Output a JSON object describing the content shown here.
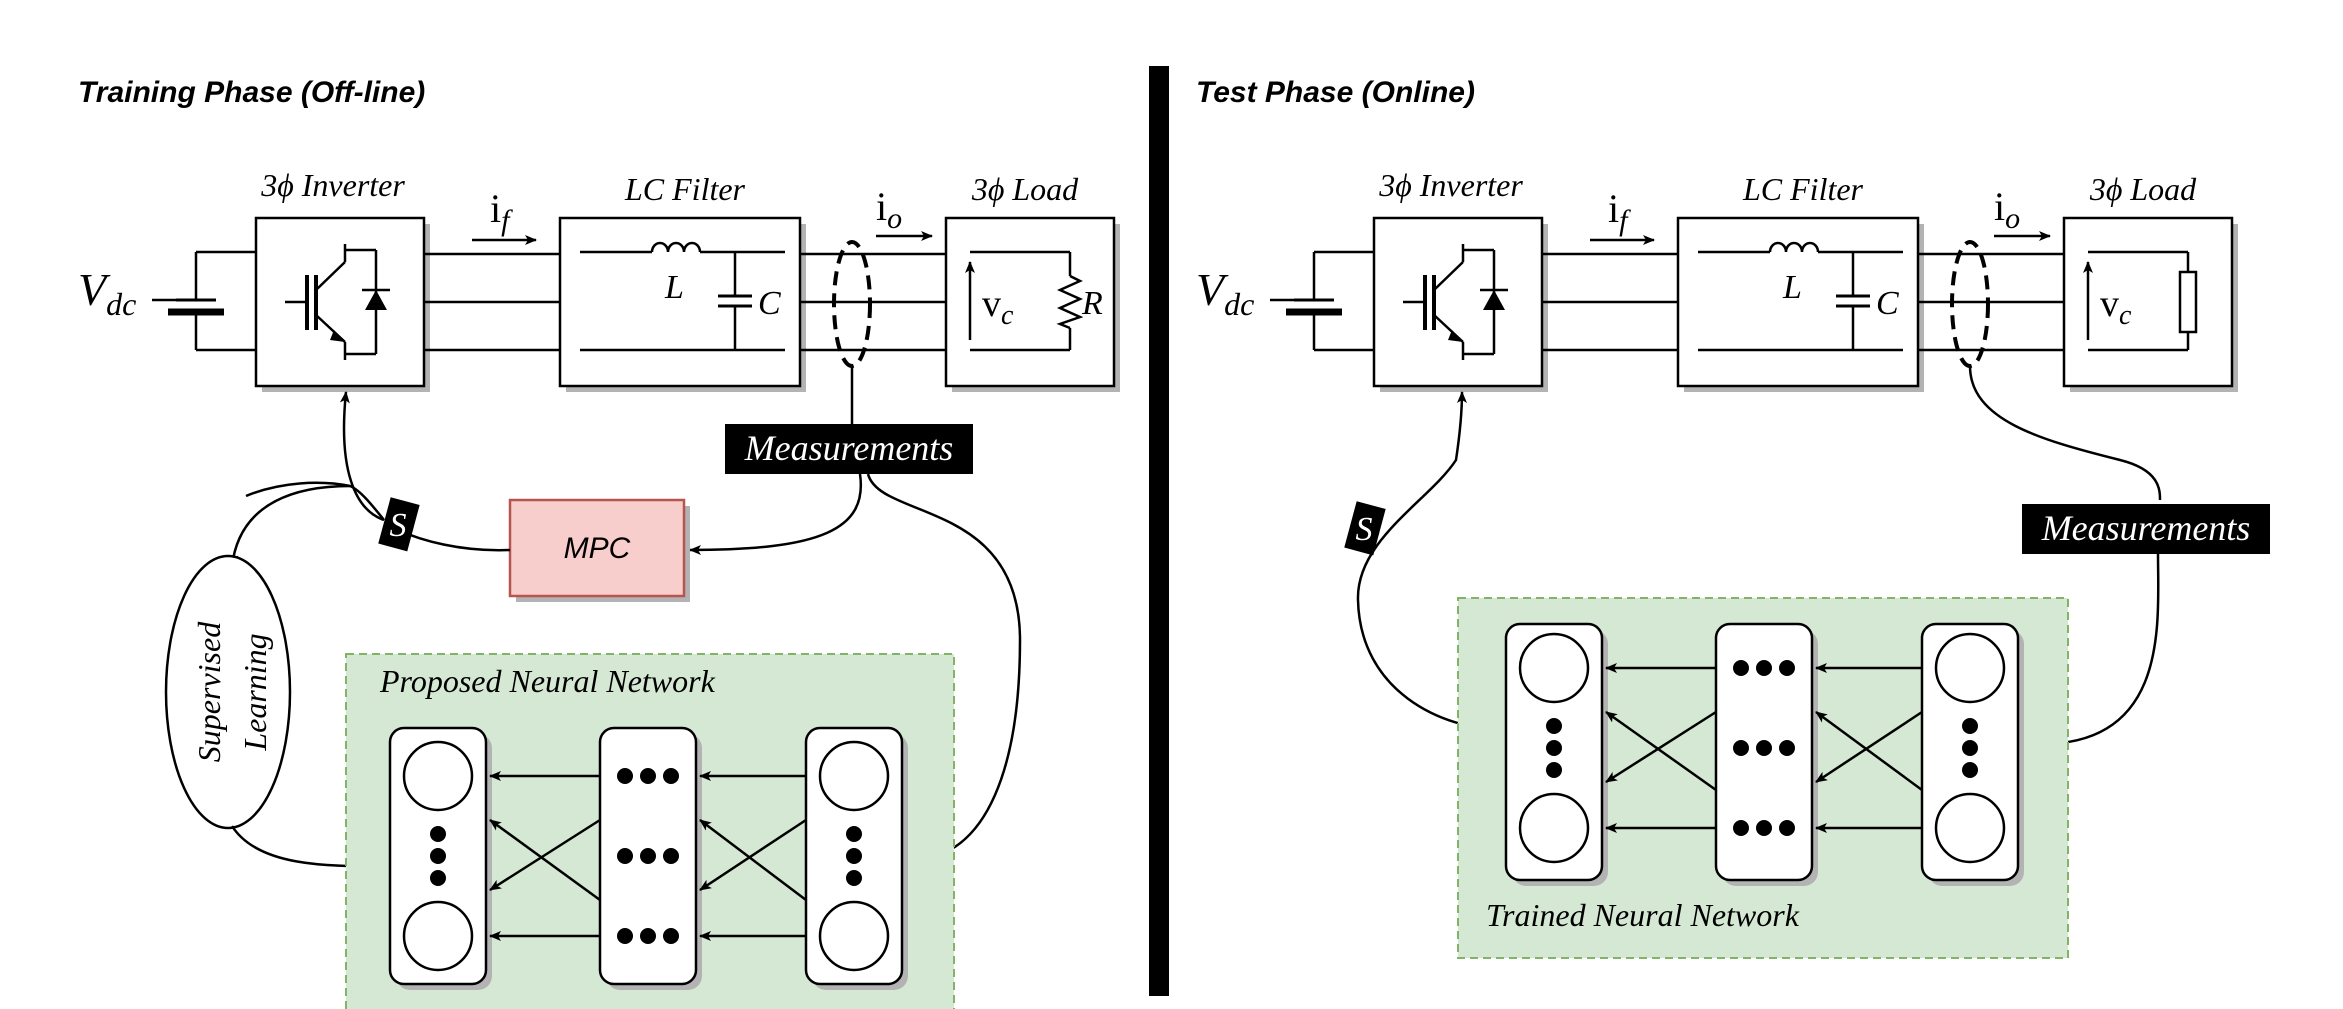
{
  "left_panel": {
    "title": "Training Phase (Off-line)",
    "vdc": {
      "main": "V",
      "sub": "dc"
    },
    "inverter_label": "3ϕ Inverter",
    "if_label": {
      "main": "i",
      "sub": "f"
    },
    "lc_label": "LC Filter",
    "L": "L",
    "C": "C",
    "io_label": {
      "main": "i",
      "sub": "o"
    },
    "load_label": "3ϕ Load",
    "vc_label": {
      "main": "v",
      "sub": "c"
    },
    "R": "R",
    "measurements": "Measurements",
    "S": "S",
    "mpc": "MPC",
    "supervised": [
      "Supervised",
      "Learning"
    ],
    "nn_title": "Proposed Neural Network"
  },
  "right_panel": {
    "title": "Test Phase (Online)",
    "vdc": {
      "main": "V",
      "sub": "dc"
    },
    "inverter_label": "3ϕ Inverter",
    "if_label": {
      "main": "i",
      "sub": "f"
    },
    "lc_label": "LC Filter",
    "L": "L",
    "C": "C",
    "io_label": {
      "main": "i",
      "sub": "o"
    },
    "load_label": "3ϕ Load",
    "vc_label": {
      "main": "v",
      "sub": "c"
    },
    "measurements": "Measurements",
    "S": "S",
    "nn_title": "Trained Neural Network"
  },
  "colors": {
    "mpc_fill": "#f8cecc",
    "mpc_stroke": "#b85450",
    "nn_fill": "#d5e8d4",
    "nn_stroke": "#82b366",
    "label_bg": "#000000",
    "label_fg": "#ffffff"
  }
}
